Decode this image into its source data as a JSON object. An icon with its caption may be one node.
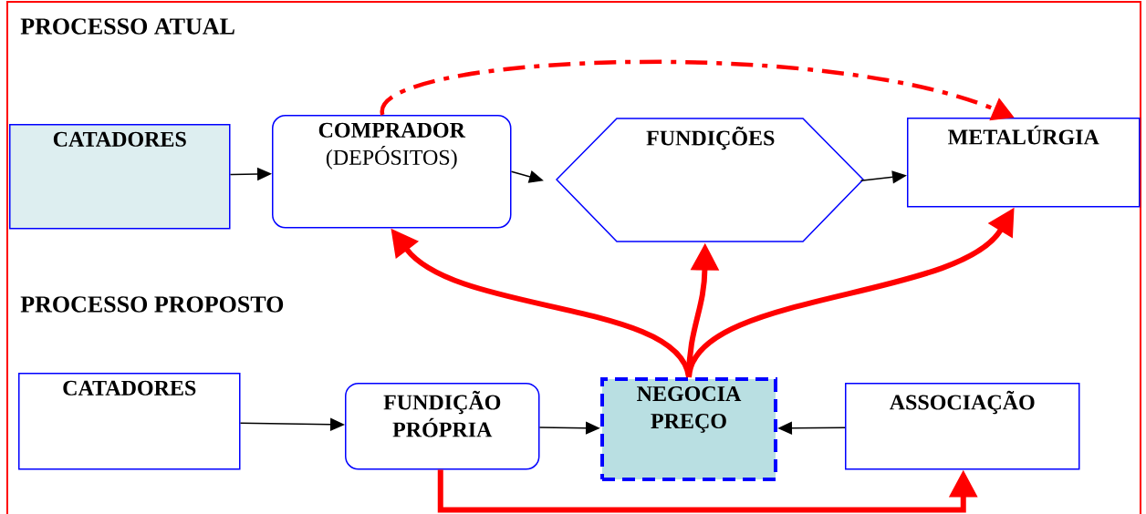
{
  "diagram": {
    "nodes": [
      {
        "text": [
          "CATADORES"
        ]
      },
      {
        "text": [
          "COMPRADOR",
          "(DEPÓSITOS)"
        ]
      },
      {
        "text": [
          "FUNDIÇÕES"
        ]
      },
      {
        "text": [
          "METALÚRGIA"
        ]
      },
      {
        "text": [
          "CATADORES"
        ]
      },
      {
        "text": [
          "FUNDIÇÃO PRÓPRIA"
        ]
      },
      {
        "text": [
          "NEGOCIA PREÇO"
        ]
      },
      {
        "text": [
          "ASSOCIAÇÃO"
        ]
      }
    ],
    "edges": [
      {
        "from": 0,
        "to": 1,
        "arrow": "to"
      },
      {
        "from": 1,
        "to": 2,
        "arrow": "to"
      },
      {
        "from": 2,
        "to": 3,
        "arrow": "to"
      },
      {
        "from": 1,
        "to": 3,
        "arrow": "to",
        "style": "dashed",
        "color": "#ff0000"
      },
      {
        "from": 6,
        "to": 1,
        "arrow": "to",
        "style": "thick",
        "color": "#ff0000"
      },
      {
        "from": 6,
        "to": 2,
        "arrow": "to",
        "style": "thick",
        "color": "#ff0000"
      },
      {
        "from": 6,
        "to": 3,
        "arrow": "to",
        "style": "thick",
        "color": "#ff0000"
      },
      {
        "from": 4,
        "to": 5,
        "arrow": "to"
      },
      {
        "from": 5,
        "to": 6,
        "arrow": "to"
      },
      {
        "from": 7,
        "to": 6,
        "arrow": "to"
      },
      {
        "from": 5,
        "to": 7,
        "arrow": "to",
        "style": "thick",
        "color": "#ff0000"
      }
    ],
    "labels": [
      "PROCESSO ATUAL",
      "PROCESSO PROPOSTO"
    ]
  }
}
